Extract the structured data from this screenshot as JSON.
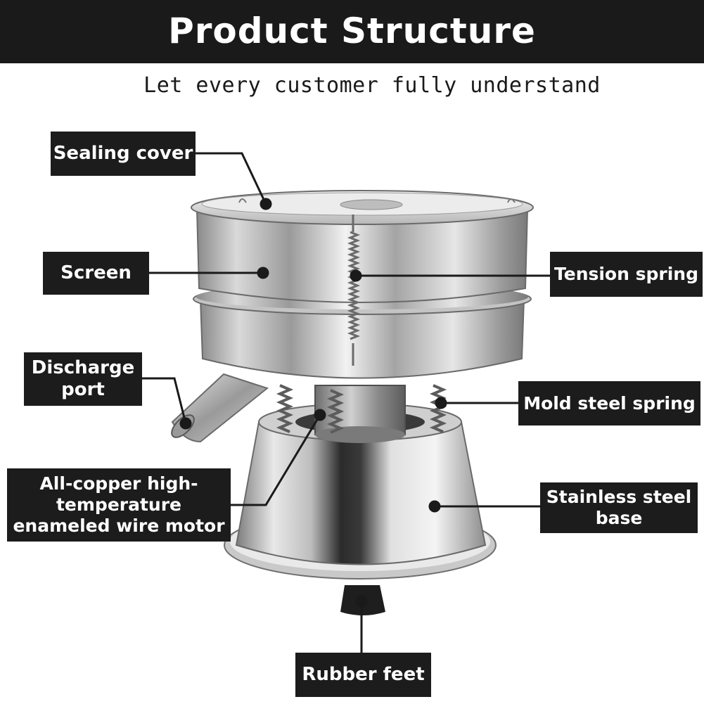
{
  "header": {
    "title": "Product Structure",
    "subtitle": "Let every customer fully understand"
  },
  "labels": {
    "sealing_cover": "Sealing cover",
    "screen": "Screen",
    "tension_spring": "Tension spring",
    "discharge_port_line1": "Discharge",
    "discharge_port_line2": "port",
    "mold_steel_spring": "Mold steel spring",
    "motor_line1": "All-copper high-",
    "motor_line2": "temperature",
    "motor_line3": "enameled wire motor",
    "base_line1": "Stainless steel",
    "base_line2": "base",
    "rubber_feet": "Rubber feet"
  },
  "colors": {
    "header_bg": "#1a1a1a",
    "label_bg": "#1c1c1c",
    "label_text": "#ffffff",
    "leader_line": "#1a1a1a"
  }
}
